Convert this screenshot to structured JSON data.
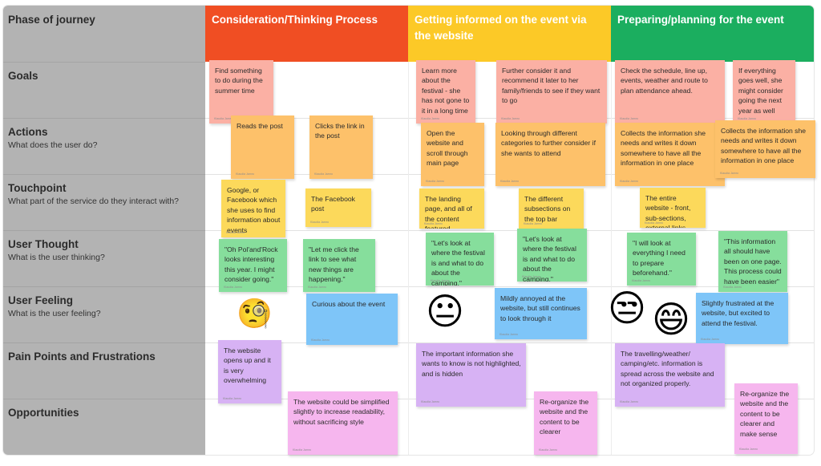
{
  "phase_label": "Phase of journey",
  "rows": [
    {
      "title": "Goals",
      "subtitle": ""
    },
    {
      "title": "Actions",
      "subtitle": "What does the user do?"
    },
    {
      "title": "Touchpoint",
      "subtitle": "What part of the service do they interact with?"
    },
    {
      "title": "User Thought",
      "subtitle": "What is the user thinking?"
    },
    {
      "title": "User Feeling",
      "subtitle": "What is the user feeling?"
    },
    {
      "title": "Pain Points and Frustrations",
      "subtitle": ""
    },
    {
      "title": "Opportunities",
      "subtitle": ""
    }
  ],
  "phases": [
    {
      "title": "Consideration/Thinking Process",
      "color": "#f04e23"
    },
    {
      "title": "Getting informed on the event via the website",
      "color": "#fcc927"
    },
    {
      "title": "Preparing/planning for the event",
      "color": "#1bae5f"
    }
  ],
  "author": "Klaudia Jamro",
  "stickies": [
    {
      "text": "Find something to do during the summer time",
      "color": "pink"
    },
    {
      "text": "Learn more about the festival - she has not gone to it in a long time",
      "color": "pink"
    },
    {
      "text": "Further consider it and recommend it later to her family/friends to see if they want to go",
      "color": "pink"
    },
    {
      "text": "Check the schedule, line up, events, weather and route to plan attendance ahead.",
      "color": "pink"
    },
    {
      "text": "If everything goes well, she might consider going the next year as well",
      "color": "pink"
    },
    {
      "text": "Reads the post",
      "color": "orange"
    },
    {
      "text": "Clicks the link in the post",
      "color": "orange"
    },
    {
      "text": "Open the website and scroll through main page",
      "color": "orange"
    },
    {
      "text": "Looking through different categories to further consider if she wants to attend",
      "color": "orange"
    },
    {
      "text": "Collects the information she needs and writes it down somewhere to have all the information in one place",
      "color": "orange"
    },
    {
      "text": "Collects the information she needs and writes it down somewhere to have all the information in one place",
      "color": "orange"
    },
    {
      "text": "Google, or Facebook which she uses to find information about events",
      "color": "yellow"
    },
    {
      "text": "The Facebook post",
      "color": "yellow"
    },
    {
      "text": "The landing page, and all of the content featured",
      "color": "yellow"
    },
    {
      "text": "The different subsections on the top bar",
      "color": "yellow"
    },
    {
      "text": "The entire website - front, sub-sections, external links",
      "color": "yellow"
    },
    {
      "text": "\"Oh Pol'and'Rock looks interesting this year. I might consider going.\"",
      "color": "green"
    },
    {
      "text": "\"Let me click the link to see what new things are happening.\"",
      "color": "green"
    },
    {
      "text": "\"Let's look at where the festival is and what to do about the camping.\"",
      "color": "green"
    },
    {
      "text": "\"Let's look at where the festival is and what to do about the camping.\"",
      "color": "green"
    },
    {
      "text": "\"I will look at everything I need to prepare beforehand.\"",
      "color": "green"
    },
    {
      "text": "\"This information all should have been on one page. This process could have been easier\"",
      "color": "green"
    },
    {
      "text": "Curious about the event",
      "color": "blue"
    },
    {
      "text": "Mildly annoyed at the website, but still continues to look through it",
      "color": "blue"
    },
    {
      "text": "Slightly frustrated at the website, but excited to attend the festival.",
      "color": "blue"
    },
    {
      "text": "The website opens up and it is very overwhelming",
      "color": "purple"
    },
    {
      "text": "The important information she wants to know is not highlighted, and is hidden",
      "color": "purple"
    },
    {
      "text": "The travelling/weather/ camping/etc. information is spread across the website and not organized properly.",
      "color": "purple"
    },
    {
      "text": "The website could be simplified slightly to increase readability, without sacrificing style",
      "color": "magenta"
    },
    {
      "text": "Re-organize the website and the content to be clearer",
      "color": "magenta"
    },
    {
      "text": "Re-organize the website and the content to be clearer and make sense",
      "color": "magenta"
    }
  ],
  "emojis": [
    {
      "icon": "monocle-face-icon",
      "glyph": "🧐"
    },
    {
      "icon": "neutral-face-icon",
      "glyph": "😐"
    },
    {
      "icon": "unamused-face-icon",
      "glyph": "😒"
    },
    {
      "icon": "grinning-face-icon",
      "glyph": "😄"
    }
  ]
}
